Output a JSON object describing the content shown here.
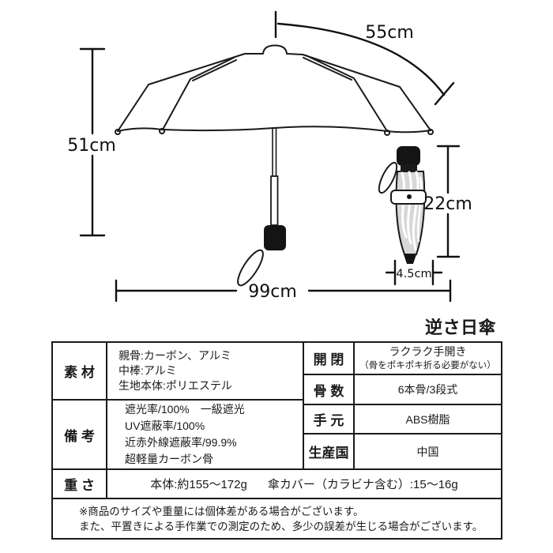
{
  "title": "逆さ日傘",
  "diagram": {
    "dim_top_arc": "55cm",
    "dim_height": "51cm",
    "dim_width": "99cm",
    "dim_folded_height": "22cm",
    "dim_folded_width": "4.5cm"
  },
  "table": {
    "material": {
      "label": "素 材",
      "lines": [
        "親骨:カーボン、アルミ",
        "中棒:アルミ",
        "生地本体:ポリエステル"
      ]
    },
    "remarks": {
      "label": "備 考",
      "lines": [
        "遮光率/100%　一級遮光",
        "UV遮蔽率/100%",
        "近赤外線遮蔽率/99.9%",
        "超軽量カーボン骨"
      ]
    },
    "open_close": {
      "label": "開 閉",
      "value": "ラクラク手開き",
      "sub": "（骨をポキポキ折る必要がない）"
    },
    "ribs": {
      "label": "骨 数",
      "value": "6本骨/3段式"
    },
    "handle": {
      "label": "手 元",
      "value": "ABS樹脂"
    },
    "country": {
      "label": "生産国",
      "value": "中国"
    },
    "weight": {
      "label": "重 さ",
      "body": "本体:約155〜172g",
      "cover": "傘カバー（カラビナ含む）:15〜16g"
    },
    "footnote": {
      "line1": "※商品のサイズや重量には個体差がある場合がございます。",
      "line2": "また、平置きによる手作業での測定のため、多少の誤差が生じる場合がございます。"
    }
  },
  "colors": {
    "line": "#1a1a1a",
    "background": "#ffffff",
    "folded_body_gray": "#d7d7d7"
  }
}
